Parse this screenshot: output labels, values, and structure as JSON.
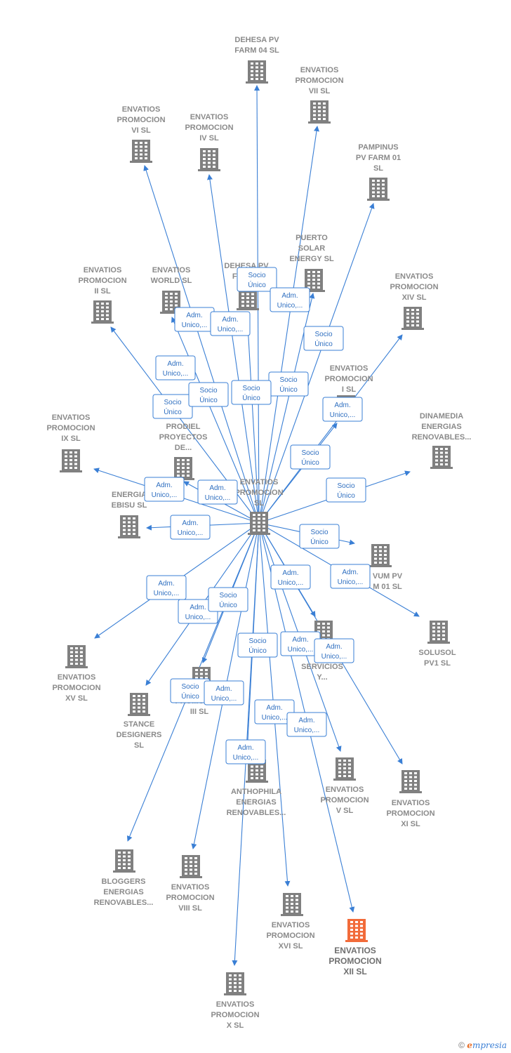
{
  "colors": {
    "edge": "#3a7fd5",
    "node": "#808080",
    "highlight": "#f26b3a"
  },
  "center": {
    "id": "c",
    "lines": [
      "ENVATIOS",
      "PROMOCION",
      "SL"
    ]
  },
  "nodes": [
    {
      "id": "n1",
      "lines": [
        "DEHESA PV",
        "FARM 04  SL"
      ]
    },
    {
      "id": "n2",
      "lines": [
        "ENVATIOS",
        "PROMOCION",
        "VII  SL"
      ]
    },
    {
      "id": "n3",
      "lines": [
        "ENVATIOS",
        "PROMOCION",
        "VI  SL"
      ]
    },
    {
      "id": "n4",
      "lines": [
        "ENVATIOS",
        "PROMOCION",
        "IV  SL"
      ]
    },
    {
      "id": "n5",
      "lines": [
        "PAMPINUS",
        "PV FARM 01",
        "SL"
      ]
    },
    {
      "id": "n6",
      "lines": [
        "PUERTO",
        "SOLAR",
        "ENERGY  SL"
      ]
    },
    {
      "id": "n7",
      "lines": [
        "ENVATIOS",
        "PROMOCION",
        "II  SL"
      ]
    },
    {
      "id": "n8",
      "lines": [
        "ENVATIOS",
        "WORLD  SL"
      ]
    },
    {
      "id": "n9",
      "lines": [
        "DEHESA PV",
        "FARM..."
      ]
    },
    {
      "id": "n10",
      "lines": [
        "ENVATIOS",
        "PROMOCION",
        "XIV  SL"
      ]
    },
    {
      "id": "n11",
      "lines": [
        "ENVATIOS",
        "PROMOCION",
        "I  SL"
      ]
    },
    {
      "id": "n12",
      "lines": [
        "ENVATIOS",
        "PROMOCION",
        "IX  SL"
      ]
    },
    {
      "id": "n13",
      "lines": [
        "PRODIEL",
        "PROYECTOS",
        "DE..."
      ]
    },
    {
      "id": "n14",
      "lines": [
        "DINAMEDIA",
        "ENERGIAS",
        "RENOVABLES..."
      ]
    },
    {
      "id": "n15",
      "lines": [
        "ENERGIA",
        "EBISU  SL"
      ]
    },
    {
      "id": "n16",
      "lines": [
        "VUM PV",
        "M 01  SL"
      ]
    },
    {
      "id": "n17",
      "lines": [
        "SOLUSOL",
        "PV1  SL"
      ]
    },
    {
      "id": "n18",
      "lines": [
        "ENVATIOS",
        "PROMOCION",
        "XV  SL"
      ]
    },
    {
      "id": "n19",
      "lines": [
        "STANCE",
        "DESIGNERS",
        "SL"
      ]
    },
    {
      "id": "n20",
      "lines": [
        "PROMOCION",
        "III  SL"
      ]
    },
    {
      "id": "n21",
      "lines": [
        "SERVICIOS",
        "Y..."
      ]
    },
    {
      "id": "n22",
      "lines": [
        "ANTHOPHILA",
        "ENERGIAS",
        "RENOVABLES..."
      ]
    },
    {
      "id": "n23",
      "lines": [
        "ENVATIOS",
        "PROMOCION",
        "V  SL"
      ]
    },
    {
      "id": "n24",
      "lines": [
        "ENVATIOS",
        "PROMOCION",
        "XI  SL"
      ]
    },
    {
      "id": "n25",
      "lines": [
        "BLOGGERS",
        "ENERGIAS",
        "RENOVABLES..."
      ]
    },
    {
      "id": "n26",
      "lines": [
        "ENVATIOS",
        "PROMOCION",
        "VIII  SL"
      ]
    },
    {
      "id": "n27",
      "lines": [
        "ENVATIOS",
        "PROMOCION",
        "XVI  SL"
      ]
    },
    {
      "id": "n28",
      "lines": [
        "ENVATIOS",
        "PROMOCION",
        "XII  SL"
      ],
      "highlight": true
    },
    {
      "id": "n29",
      "lines": [
        "ENVATIOS",
        "PROMOCION",
        "X  SL"
      ]
    }
  ],
  "edge_labels": [
    {
      "to": "n1",
      "lines": [
        "Socio",
        "Único"
      ]
    },
    {
      "to": "n2",
      "lines": [
        "Adm.",
        "Unico,..."
      ]
    },
    {
      "to": "n3",
      "lines": [
        "Adm.",
        "Unico,..."
      ]
    },
    {
      "to": "n4",
      "lines": [
        "Adm.",
        "Unico,..."
      ]
    },
    {
      "to": "n5",
      "lines": [
        "Socio",
        "Único"
      ]
    },
    {
      "to": "n6",
      "lines": [
        "Socio",
        "Único"
      ]
    },
    {
      "to": "n7",
      "lines": [
        "Socio",
        "Único"
      ]
    },
    {
      "to": "n8",
      "lines": [
        "Adm.",
        "Unico,..."
      ]
    },
    {
      "to": "n9",
      "lines": [
        "Socio",
        "Único"
      ]
    },
    {
      "to": "n10",
      "lines": [
        "Adm.",
        "Unico,..."
      ]
    },
    {
      "to": "n11",
      "lines": [
        "Socio",
        "Único"
      ]
    },
    {
      "to": "n12",
      "lines": [
        "Adm.",
        "Unico,..."
      ]
    },
    {
      "to": "n13",
      "lines": [
        "Socio",
        "Único"
      ]
    },
    {
      "to": "n13b",
      "lines": [
        "Adm.",
        "Unico,..."
      ]
    },
    {
      "to": "n14",
      "lines": [
        "Socio",
        "Único"
      ]
    },
    {
      "to": "n15",
      "lines": [
        "Adm.",
        "Unico,..."
      ]
    },
    {
      "to": "n16",
      "lines": [
        "Socio",
        "Único"
      ]
    },
    {
      "to": "n17",
      "lines": [
        "Adm.",
        "Unico,..."
      ]
    },
    {
      "to": "n18",
      "lines": [
        "Adm.",
        "Unico,..."
      ]
    },
    {
      "to": "n19",
      "lines": [
        "Adm.",
        "Unico,..."
      ]
    },
    {
      "to": "n20",
      "lines": [
        "Socio",
        "Único"
      ]
    },
    {
      "to": "n21",
      "lines": [
        "Adm.",
        "Unico,..."
      ]
    },
    {
      "to": "n22",
      "lines": [
        "Socio",
        "Único"
      ]
    },
    {
      "to": "n23",
      "lines": [
        "Adm.",
        "Unico,..."
      ]
    },
    {
      "to": "n24",
      "lines": [
        "Adm.",
        "Unico,..."
      ]
    },
    {
      "to": "n25",
      "lines": [
        "Socio",
        "Único"
      ]
    },
    {
      "to": "n26",
      "lines": [
        "Adm.",
        "Unico,..."
      ]
    },
    {
      "to": "n27",
      "lines": [
        "Adm.",
        "Unico,..."
      ]
    },
    {
      "to": "n28",
      "lines": [
        "Adm.",
        "Unico,..."
      ]
    },
    {
      "to": "n29",
      "lines": [
        "Adm.",
        "Unico,..."
      ]
    }
  ],
  "footer": {
    "copyright": "©",
    "brand_first": "e",
    "brand_rest": "mpresia"
  }
}
